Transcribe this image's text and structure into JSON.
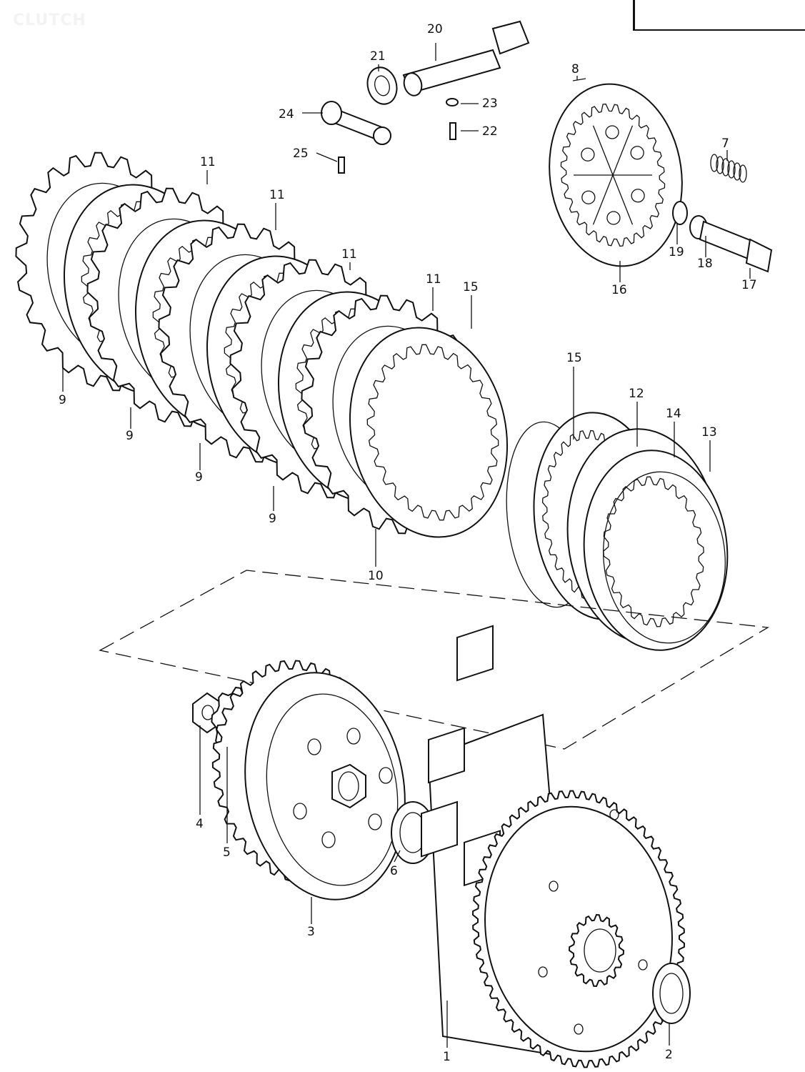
{
  "title": "CLUTCH",
  "callouts": [
    "20",
    "21",
    "8",
    "23",
    "24",
    "22",
    "25",
    "7",
    "11",
    "11",
    "11",
    "11",
    "15",
    "19",
    "18",
    "17",
    "16",
    "9",
    "9",
    "9",
    "9",
    "15",
    "12",
    "14",
    "13",
    "10",
    "4",
    "5",
    "6",
    "3",
    "1",
    "2"
  ],
  "colors": {
    "ink": "#111111",
    "background": "#ffffff"
  }
}
